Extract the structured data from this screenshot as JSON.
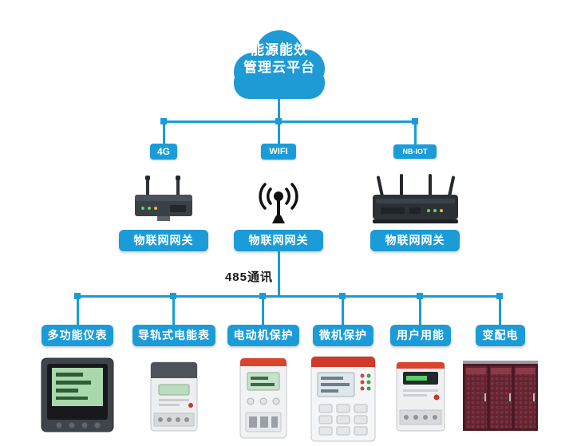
{
  "colors": {
    "accent": "#1b9cd8",
    "text_dark": "#1a1a1a",
    "cloud_blue": "#1e9ad5"
  },
  "cloud": {
    "title_line1": "能源能效",
    "title_line2": "管理云平台"
  },
  "network_badges": [
    {
      "label": "4G"
    },
    {
      "label": "WIFI"
    },
    {
      "label": "NB-IOT"
    }
  ],
  "gateways": [
    {
      "label": "物联网网关"
    },
    {
      "label": "物联网网关"
    },
    {
      "label": "物联网网关"
    }
  ],
  "bus": {
    "label": "485通讯"
  },
  "devices": [
    {
      "label": "多功能仪表"
    },
    {
      "label": "导轨式电能表"
    },
    {
      "label": "电动机保护"
    },
    {
      "label": "微机保护"
    },
    {
      "label": "用户用能"
    },
    {
      "label": "变配电"
    }
  ]
}
